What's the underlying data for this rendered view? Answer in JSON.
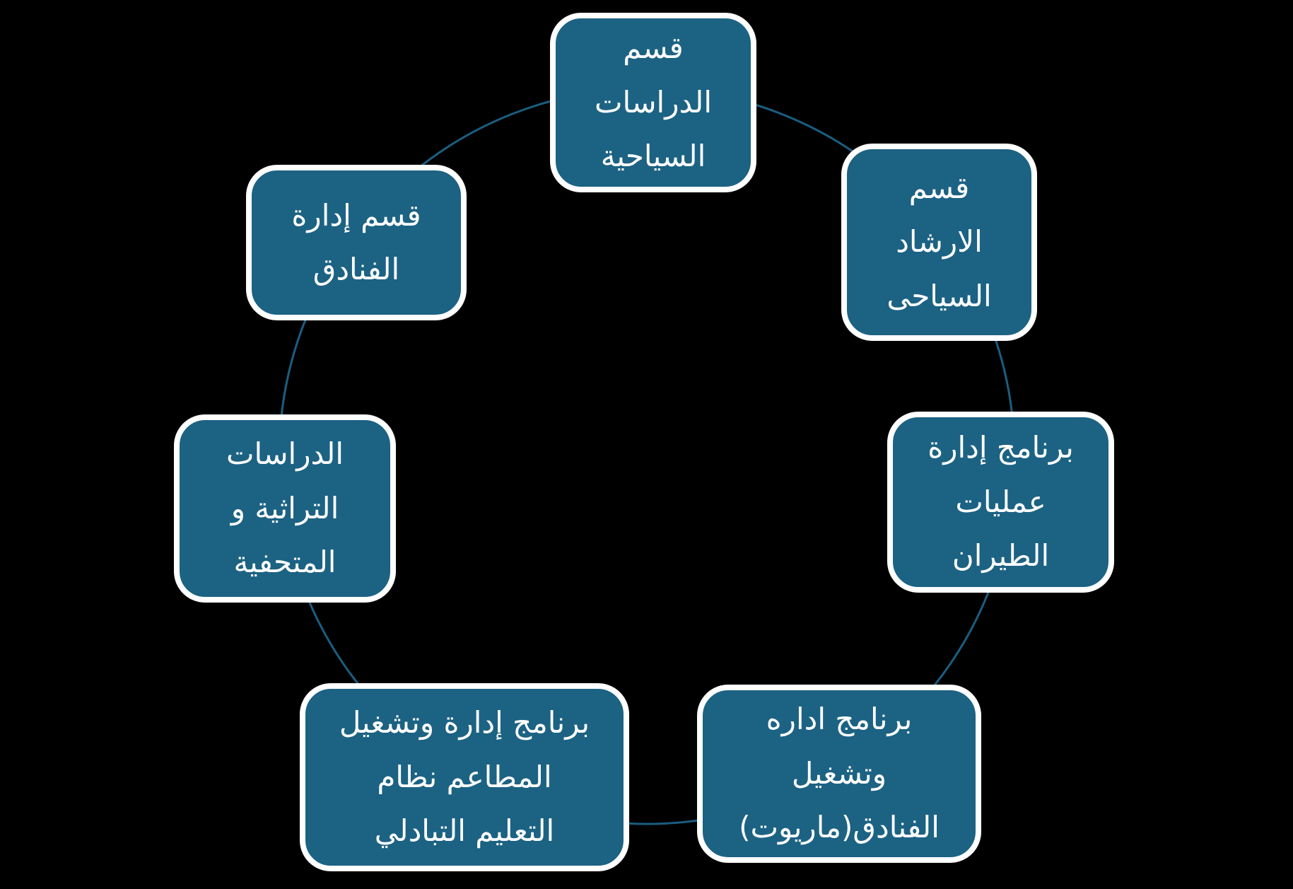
{
  "colors": {
    "background": "#000000",
    "node-fill": "#1C6283",
    "node-border": "#FFFFFF",
    "node-text": "#FFFFFF",
    "ring": "#1A5E80"
  },
  "diagram": {
    "type": "circular-cycle",
    "node_count": 7
  },
  "nodes": [
    {
      "id": "tourism-studies-dept",
      "label": "قسم\nالدراسات\nالسياحية"
    },
    {
      "id": "tourist-guidance-dept",
      "label": "قسم\nالارشاد\nالسياحى"
    },
    {
      "id": "aviation-operations-program",
      "label": "برنامج إدارة\nعمليات\nالطيران"
    },
    {
      "id": "hotel-operation-marriott-program",
      "label": "برنامج اداره\nوتشغيل\nالفنادق(ماريوت)"
    },
    {
      "id": "restaurants-dual-education-program",
      "label": "برنامج إدارة وتشغيل\nالمطاعم نظام\nالتعليم التبادلي"
    },
    {
      "id": "heritage-museum-studies",
      "label": "الدراسات\nالتراثية و\nالمتحفية"
    },
    {
      "id": "hotel-management-dept",
      "label": "قسم إدارة\nالفنادق"
    }
  ]
}
